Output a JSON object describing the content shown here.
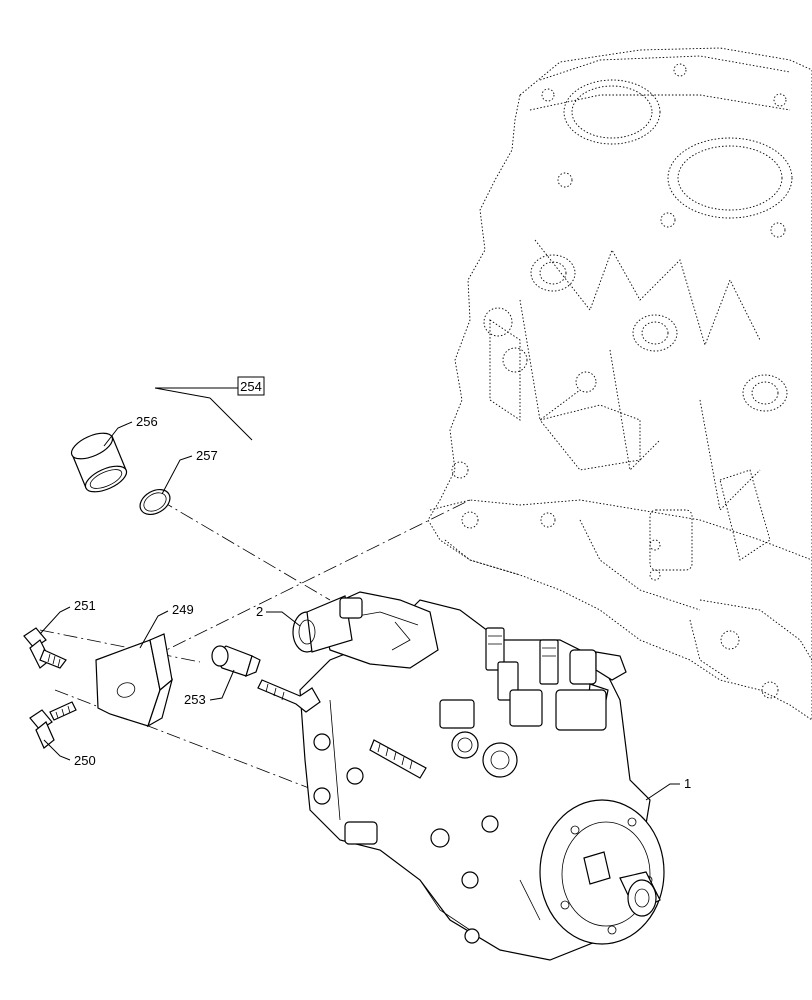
{
  "callouts": {
    "p1": "1",
    "p2": "2",
    "p249": "249",
    "p250": "250",
    "p251": "251",
    "p253": "253",
    "p254": "254",
    "p256": "256",
    "p257": "257"
  }
}
